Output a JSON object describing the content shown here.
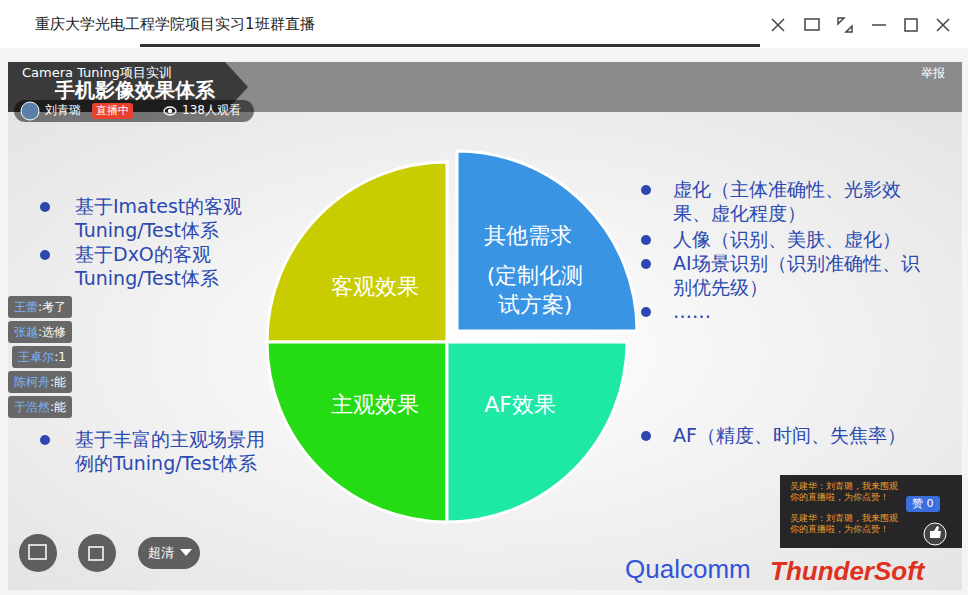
{
  "diagram": {
    "title": "手机影像效果体系",
    "nodes": [
      {
        "text": [
          "客观效果"
        ]
      },
      {
        "text": [
          "其他需求",
          "(定制化测试方案)"
        ]
      },
      {
        "text": [
          "主观效果"
        ]
      },
      {
        "text": [
          "AF效果"
        ]
      },
      {
        "text": [
          "王蕾",
          ":考了"
        ]
      },
      {
        "text": [
          "张越",
          ":选修"
        ]
      },
      {
        "text": [
          "王卓尔",
          ":1"
        ]
      },
      {
        "text": [
          "陈柯舟",
          ":能"
        ]
      },
      {
        "text": [
          "于浩然",
          ":能"
        ]
      }
    ],
    "labels": [
      "重庆大学光电工程学院项目实习1班群直播",
      "Camera Tuning项目实训",
      "刘青璐",
      "直播中",
      "138人观看",
      "举报",
      "基于Imatest的客观Tuning/Test体系",
      "基于DxO的客观Tuning/Test体系",
      "基于丰富的主观场景用例的Tuning/Test体系",
      "虚化（主体准确性、光影效果、虚化程度）",
      "人像（识别、美肤、虚化）",
      "AI场景识别（识别准确性、识别优先级）",
      "……",
      "AF（精度、时间、失焦率）",
      "超清",
      "Qualcomm",
      "ThunderSoft",
      "吴建华：刘青璐，我来围观你的直播啦，为你点赞！",
      "吴建华：刘青璐，我来围观你的直播啦，为你点赞！",
      "赞 0"
    ]
  }
}
